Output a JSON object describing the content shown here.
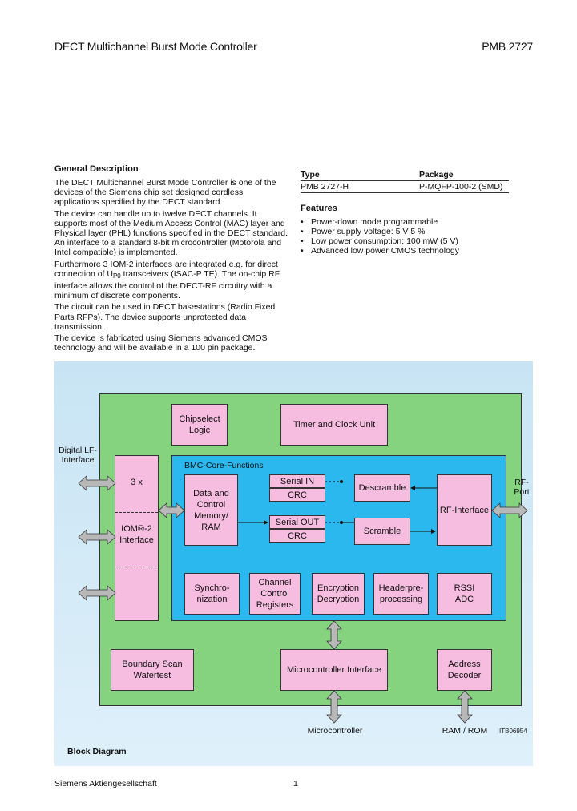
{
  "header": {
    "title": "DECT Multichannel Burst Mode Controller",
    "part_number": "PMB 2727"
  },
  "general_description": {
    "heading": "General Description",
    "p1": "The DECT Multichannel Burst Mode Controller is one of the devices of the Siemens chip set designed cordless applications specified by the DECT standard.",
    "p2": "The device can handle up to twelve DECT channels. It supports most of the Medium Access Control (MAC) layer and Physical layer (PHL) functions specified in the DECT standard. An interface to a standard 8-bit microcontroller (Motorola and Intel compatible) is implemented.",
    "p3_before": "Furthermore 3 IOM-2 interfaces are integrated e.g. for direct connection of U",
    "p3_sub": "P0",
    "p3_after": " transceivers (ISAC-P TE). The on-chip RF interface allows the control of the DECT-RF circuitry with a minimum of discrete components.",
    "p4": "The circuit can be used in DECT basestations (Radio Fixed Parts RFPs). The device supports unprotected data transmission.",
    "p5": "The device is fabricated using Siemens advanced CMOS technology and will be available in a 100 pin package."
  },
  "type_table": {
    "col_type": "Type",
    "col_package": "Package",
    "type_value": "PMB 2727-H",
    "package_value": "P-MQFP-100-2 (SMD)"
  },
  "features": {
    "heading": "Features",
    "items": [
      "Power-down mode programmable",
      "Power supply voltage: 5 V   5 %",
      "Low power consumption: 100 mW (5 V)",
      "Advanced low power CMOS technology"
    ]
  },
  "block_diagram": {
    "caption": "Block Diagram",
    "drawing_id": "ITB06954",
    "ext_digital_if": "Digital LF-\nInterface",
    "ext_rf_port": "RF-\nPort",
    "ext_microcontroller": "Microcontroller",
    "ext_ram_rom": "RAM / ROM",
    "bmc_core_title": "BMC-Core-Functions",
    "blocks": {
      "chipselect": "Chipselect\nLogic",
      "timer": "Timer and Clock Unit",
      "iom_top": "3 x",
      "iom_main": "IOM®-2\nInterface",
      "data_memory": "Data and\nControl\nMemory/\nRAM",
      "serial_in": "Serial IN",
      "crc_in": "CRC",
      "serial_out": "Serial OUT",
      "crc_out": "CRC",
      "descramble": "Descramble",
      "scramble": "Scramble",
      "rf_interface": "RF-Interface",
      "synchronization": "Synchro-\nnization",
      "channel_registers": "Channel\nControl\nRegisters",
      "encryption": "Encryption\nDecryption",
      "header_processing": "Headerpre-\nprocessing",
      "rssi_adc": "RSSI\nADC",
      "boundary_scan": "Boundary Scan\nWafertest",
      "micro_interface": "Microcontroller Interface",
      "address_decoder": "Address\nDecoder"
    },
    "colors": {
      "outer_bg": "#c8e4f4",
      "chip_bg": "#85d37f",
      "core_bg": "#2bb8ee",
      "block_fill": "#f7bde0",
      "arrow_fill": "#b8b8b8"
    }
  },
  "footer": {
    "company": "Siemens Aktiengesellschaft",
    "page_number": "1"
  }
}
